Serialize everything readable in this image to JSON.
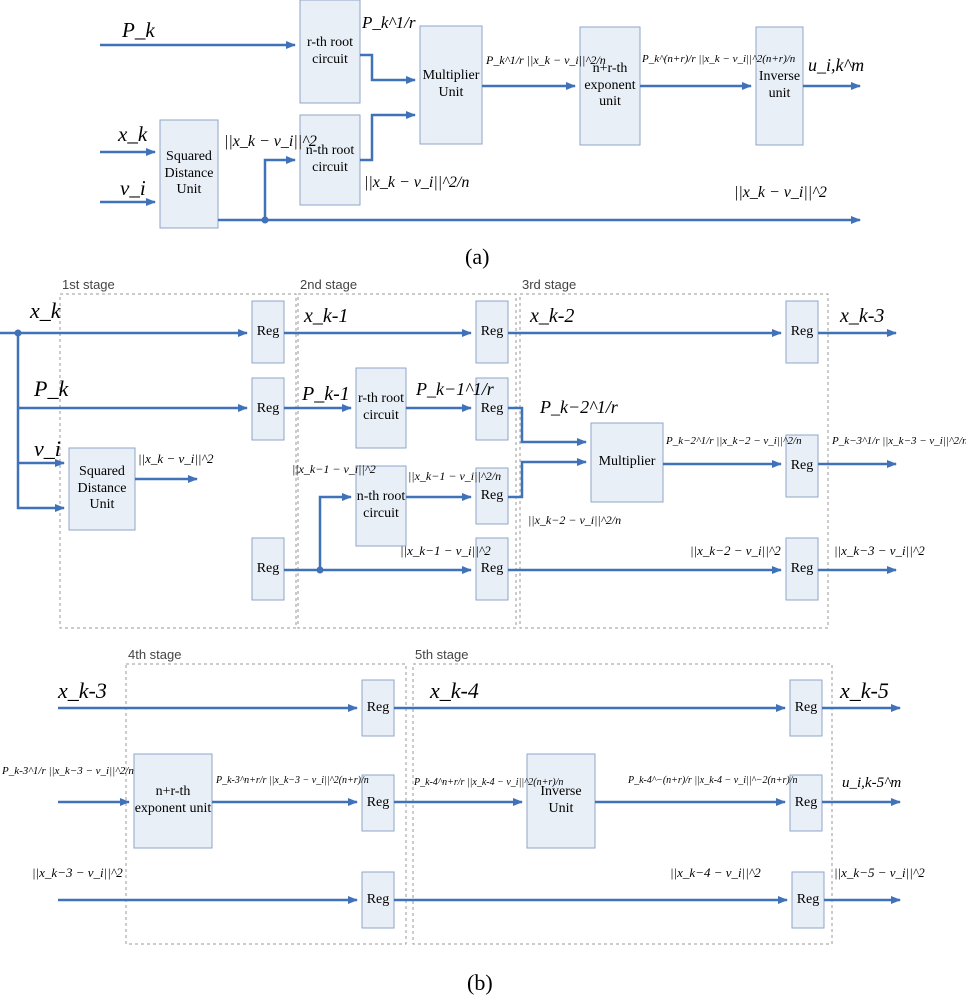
{
  "captions": {
    "a": "(a)",
    "b": "(b)"
  },
  "stages": [
    "1st stage",
    "2nd stage",
    "3rd stage",
    "4th stage",
    "5th stage"
  ],
  "blocks": {
    "a_rth": "r-th root circuit",
    "a_nth": "n-th root circuit",
    "a_sq": "Squared Distance Unit",
    "a_mult": "Multiplier Unit",
    "a_exp": "n+r-th exponent unit",
    "a_inv": "Inverse unit",
    "b_sq": "Squared Distance Unit",
    "b_rth": "r-th root circuit",
    "b_nth": "n-th root circuit",
    "b_mult": "Multiplier",
    "b_exp": "n+r-th exponent unit",
    "b_inv": "Inverse Unit",
    "reg": "Reg"
  },
  "labels": {
    "a_pk": "P_k",
    "a_pk_root": "P_k^1/r",
    "a_xk": "x_k",
    "a_vi": "v_i",
    "a_dist": "||x_k − v_i||^2",
    "a_dist_root": "||x_k − v_i||^2/n",
    "a_mult_out": "P_k^1/r ||x_k − v_i||^2/n",
    "a_exp_out": "P_k^(n+r)/r ||x_k − v_i||^2(n+r)/n",
    "a_u": "u_i,k^m",
    "a_dist_out": "||x_k − v_i||^2",
    "b_xk": "x_k",
    "b_pk": "P_k",
    "b_vi": "v_i",
    "b_sq_out": "||x_k − v_i||^2",
    "b_xk1": "x_k-1",
    "b_pk1": "P_k-1",
    "b_pk1_root": "P_k−1^1/r",
    "b_dist1": "||x_k−1 − v_i||^2",
    "b_dist1_root": "||x_k−1 − v_i||^2/n",
    "b_dist1_b": "||x_k−1 − v_i||^2",
    "b_xk2": "x_k-2",
    "b_pk2_root": "P_k−2^1/r",
    "b_dist2_root": "||x_k−2 − v_i||^2/n",
    "b_mult_out": "P_k−2^1/r ||x_k−2 − v_i||^2/n",
    "b_dist2": "||x_k−2 − v_i||^2",
    "b_xk3": "x_k-3",
    "b_out3": "P_k−3^1/r ||x_k−3 − v_i||^2/n",
    "b_dist3": "||x_k−3 − v_i||^2",
    "b_xk3_b": "x_k-3",
    "b_in4": "P_k-3^1/r ||x_k−3 − v_i||^2/n",
    "b_dist3_b": "||x_k−3 − v_i||^2",
    "b_exp_out": "P_k-3^n+r/r ||x_k−3 − v_i||^2(n+r)/n",
    "b_xk4": "x_k-4",
    "b_in5": "P_k-4^n+r/r ||x_k-4 − v_i||^2(n+r)/n",
    "b_inv_out": "P_k-4^−(n+r)/r ||x_k-4 − v_i||^−2(n+r)/n",
    "b_dist4": "||x_k−4 − v_i||^2",
    "b_xk5": "x_k-5",
    "b_u": "u_i,k-5^m",
    "b_dist5": "||x_k−5 − v_i||^2"
  },
  "colors": {
    "wire": "#3f72b8",
    "box_fill": "#e9eff7",
    "box_stroke": "#8fa6c8",
    "stage_border": "#9a9a9a"
  }
}
